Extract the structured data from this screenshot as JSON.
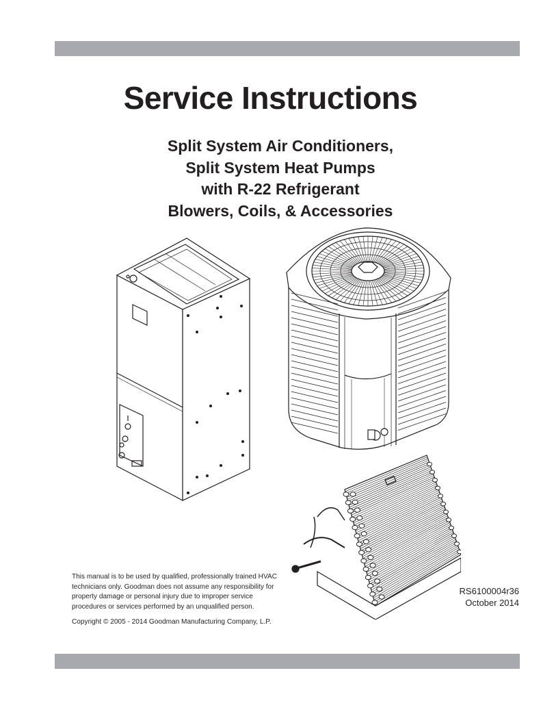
{
  "document": {
    "title": "Service Instructions",
    "subtitle_lines": [
      "Split System Air Conditioners,",
      "Split System Heat Pumps",
      "with R-22 Refrigerant",
      "Blowers, Coils, & Accessories"
    ],
    "disclaimer_lines": [
      "This manual is to be used by qualified, professionally trained HVAC",
      "technicians only. Goodman does not assume any responsibility for",
      "property damage or personal injury due to improper service",
      "procedures or services performed by an unqualified person."
    ],
    "document_number": "RS6100004r36",
    "date": "October 2014",
    "copyright": "Copyright © 2005 - 2014 Goodman Manufacturing Company, L.P."
  },
  "colors": {
    "band": "#a7a9ac",
    "text": "#231f20"
  }
}
